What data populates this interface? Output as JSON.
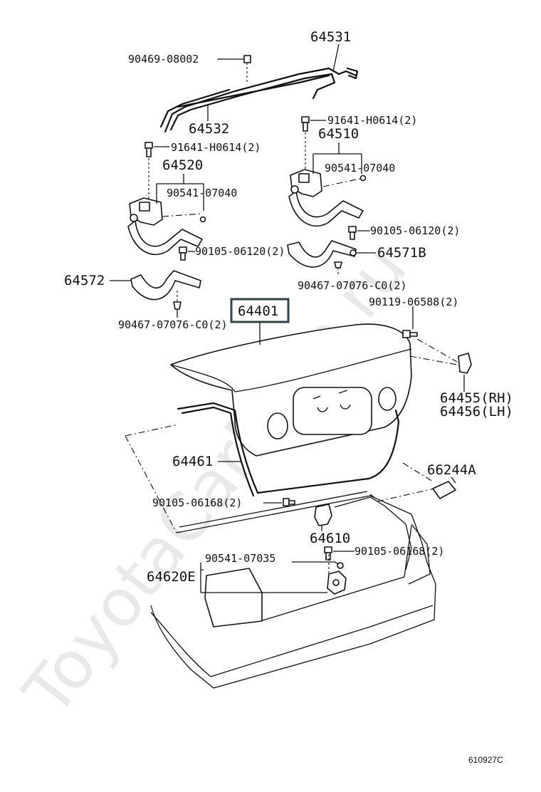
{
  "diagram": {
    "watermark": "ToyotaCarMine.ru",
    "figure_code": "610927C",
    "labels": {
      "p64531": "64531",
      "p90469": "90469-08002",
      "p64532": "64532",
      "p91641_right": "91641-H0614(2)",
      "p64510": "64510",
      "p90541_right": "90541-07040",
      "p91641_left": "91641-H0614(2)",
      "p64520": "64520",
      "p90541_left": "90541-07040",
      "p90105_right": "90105-06120(2)",
      "p64571b": "64571B",
      "p90105_left": "90105-06120(2)",
      "p64572": "64572",
      "p90467_right": "90467-07076-C0(2)",
      "p64401": "64401",
      "p90119": "90119-06588(2)",
      "p90467_left": "90467-07076-C0(2)",
      "p64455": "64455(RH)",
      "p64456": "64456(LH)",
      "p64461": "64461",
      "p66244a": "66244A",
      "p90105_06168_left": "90105-06168(2)",
      "p64610": "64610",
      "p90541_07035": "90541-07035",
      "p90105_06168_right": "90105-06168(2)",
      "p64620e": "64620E"
    },
    "highlighted_part": "64401",
    "colors": {
      "line": "#111111",
      "highlight_box": "#2f4650",
      "watermark": "#9a9a9a"
    }
  }
}
